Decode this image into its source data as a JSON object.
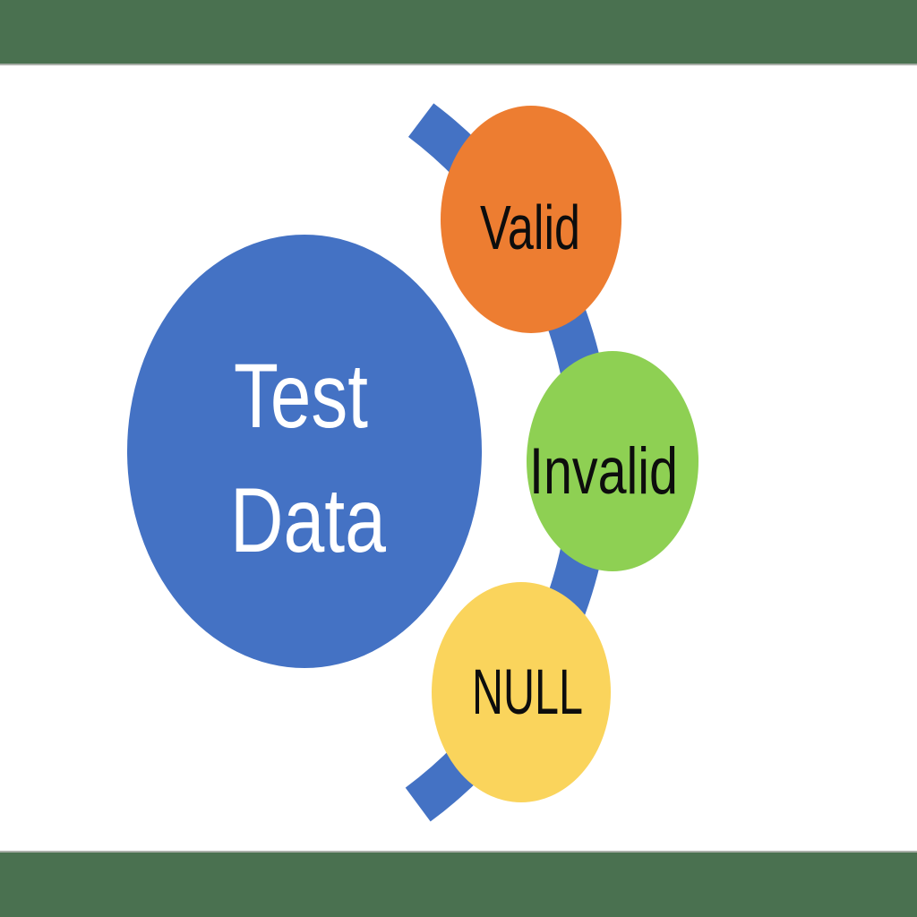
{
  "slide": {
    "background_color": "#FFFFFF",
    "top_bar_color": "#4A7150",
    "bottom_bar_color": "#4A7150",
    "divider_color": "#A9AFA8"
  },
  "diagram": {
    "type": "radial-cycle",
    "arc_color": "#4472C4",
    "center_node": {
      "label": "Test Data",
      "line1": "Test",
      "line2": "Data",
      "fill_color": "#4472C4",
      "text_color": "#FFFFFF"
    },
    "nodes": [
      {
        "label": "Valid",
        "fill_color": "#ED7D31",
        "text_color": "#0D0D0D"
      },
      {
        "label": "Invalid",
        "fill_color": "#8ED053",
        "text_color": "#0D0D0D"
      },
      {
        "label": "NULL",
        "fill_color": "#FAD45C",
        "text_color": "#0D0D0D"
      }
    ]
  }
}
